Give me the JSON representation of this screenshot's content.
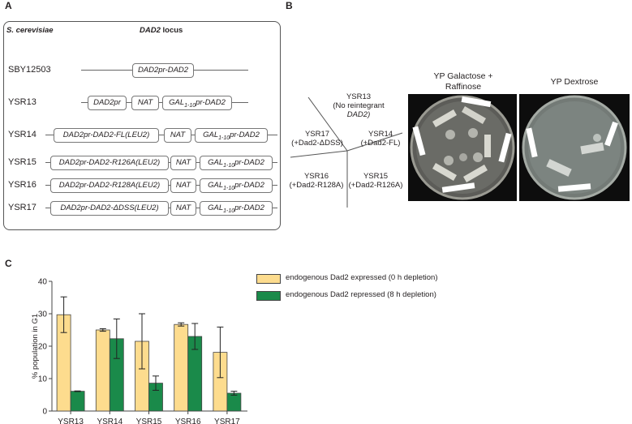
{
  "panel_a": {
    "letter": "A",
    "organism": "S. cerevisiae",
    "locus_title_gene": "DAD2",
    "locus_title_suffix": " locus",
    "rows": [
      {
        "strain": "SBY12503",
        "genes": [
          "DAD2pr-DAD2"
        ]
      },
      {
        "strain": "YSR13",
        "genes": [
          "DAD2pr",
          "NAT",
          "GAL1-10pr-DAD2"
        ]
      },
      {
        "strain": "YSR14",
        "genes": [
          "DAD2pr-DAD2-FL(LEU2)",
          "NAT",
          "GAL1-10pr-DAD2"
        ]
      },
      {
        "strain": "YSR15",
        "genes": [
          "DAD2pr-DAD2-R126A(LEU2)",
          "NAT",
          "GAL1-10pr-DAD2"
        ]
      },
      {
        "strain": "YSR16",
        "genes": [
          "DAD2pr-DAD2-R128A(LEU2)",
          "NAT",
          "GAL1-10pr-DAD2"
        ]
      },
      {
        "strain": "YSR17",
        "genes": [
          "DAD2pr-DAD2-ΔDSS(LEU2)",
          "NAT",
          "GAL1-10pr-DAD2"
        ]
      }
    ],
    "gal_prefix": "GAL",
    "gal_subscript": "1-10",
    "gal_suffix": "pr-DAD2"
  },
  "panel_b": {
    "letter": "B",
    "sectors": [
      {
        "line1": "YSR13",
        "line2": "(No reintegrant",
        "line3": "DAD2)"
      },
      {
        "line1": "YSR14",
        "line2": "(+Dad2-FL)"
      },
      {
        "line1": "YSR15",
        "line2": "(+Dad2-R126A)"
      },
      {
        "line1": "YSR16",
        "line2": "(+Dad2-R128A)"
      },
      {
        "line1": "YSR17",
        "line2": "(+Dad2-ΔDSS)"
      }
    ],
    "plate_galactose_title_line1": "YP Galactose +",
    "plate_galactose_title_line2": "Raffinose",
    "plate_dextrose_title": "YP Dextrose"
  },
  "panel_c": {
    "letter": "C",
    "colors": {
      "expressed": "#fddc8e",
      "repressed": "#1a8a4a"
    },
    "legend": {
      "expressed": "endogenous Dad2 expressed (0 h depletion)",
      "repressed": "endogenous Dad2 repressed (8 h depletion)"
    }
  },
  "chart_data": {
    "type": "bar",
    "categories": [
      "YSR13",
      "YSR14",
      "YSR15",
      "YSR16",
      "YSR17"
    ],
    "ylabel": "% population in G1",
    "xlabel": "",
    "ylim": [
      0,
      40
    ],
    "yticks": [
      0,
      10,
      20,
      30,
      40
    ],
    "series": [
      {
        "name": "endogenous Dad2 expressed (0 h depletion)",
        "values": [
          29.7,
          25.0,
          21.5,
          26.7,
          18.1
        ],
        "err": [
          5.5,
          0.4,
          8.5,
          0.5,
          7.8
        ]
      },
      {
        "name": "endogenous Dad2 repressed (8 h depletion)",
        "values": [
          6.1,
          22.3,
          8.6,
          23.0,
          5.5
        ],
        "err": [
          0.1,
          6.1,
          2.2,
          4.0,
          0.6
        ]
      }
    ]
  }
}
